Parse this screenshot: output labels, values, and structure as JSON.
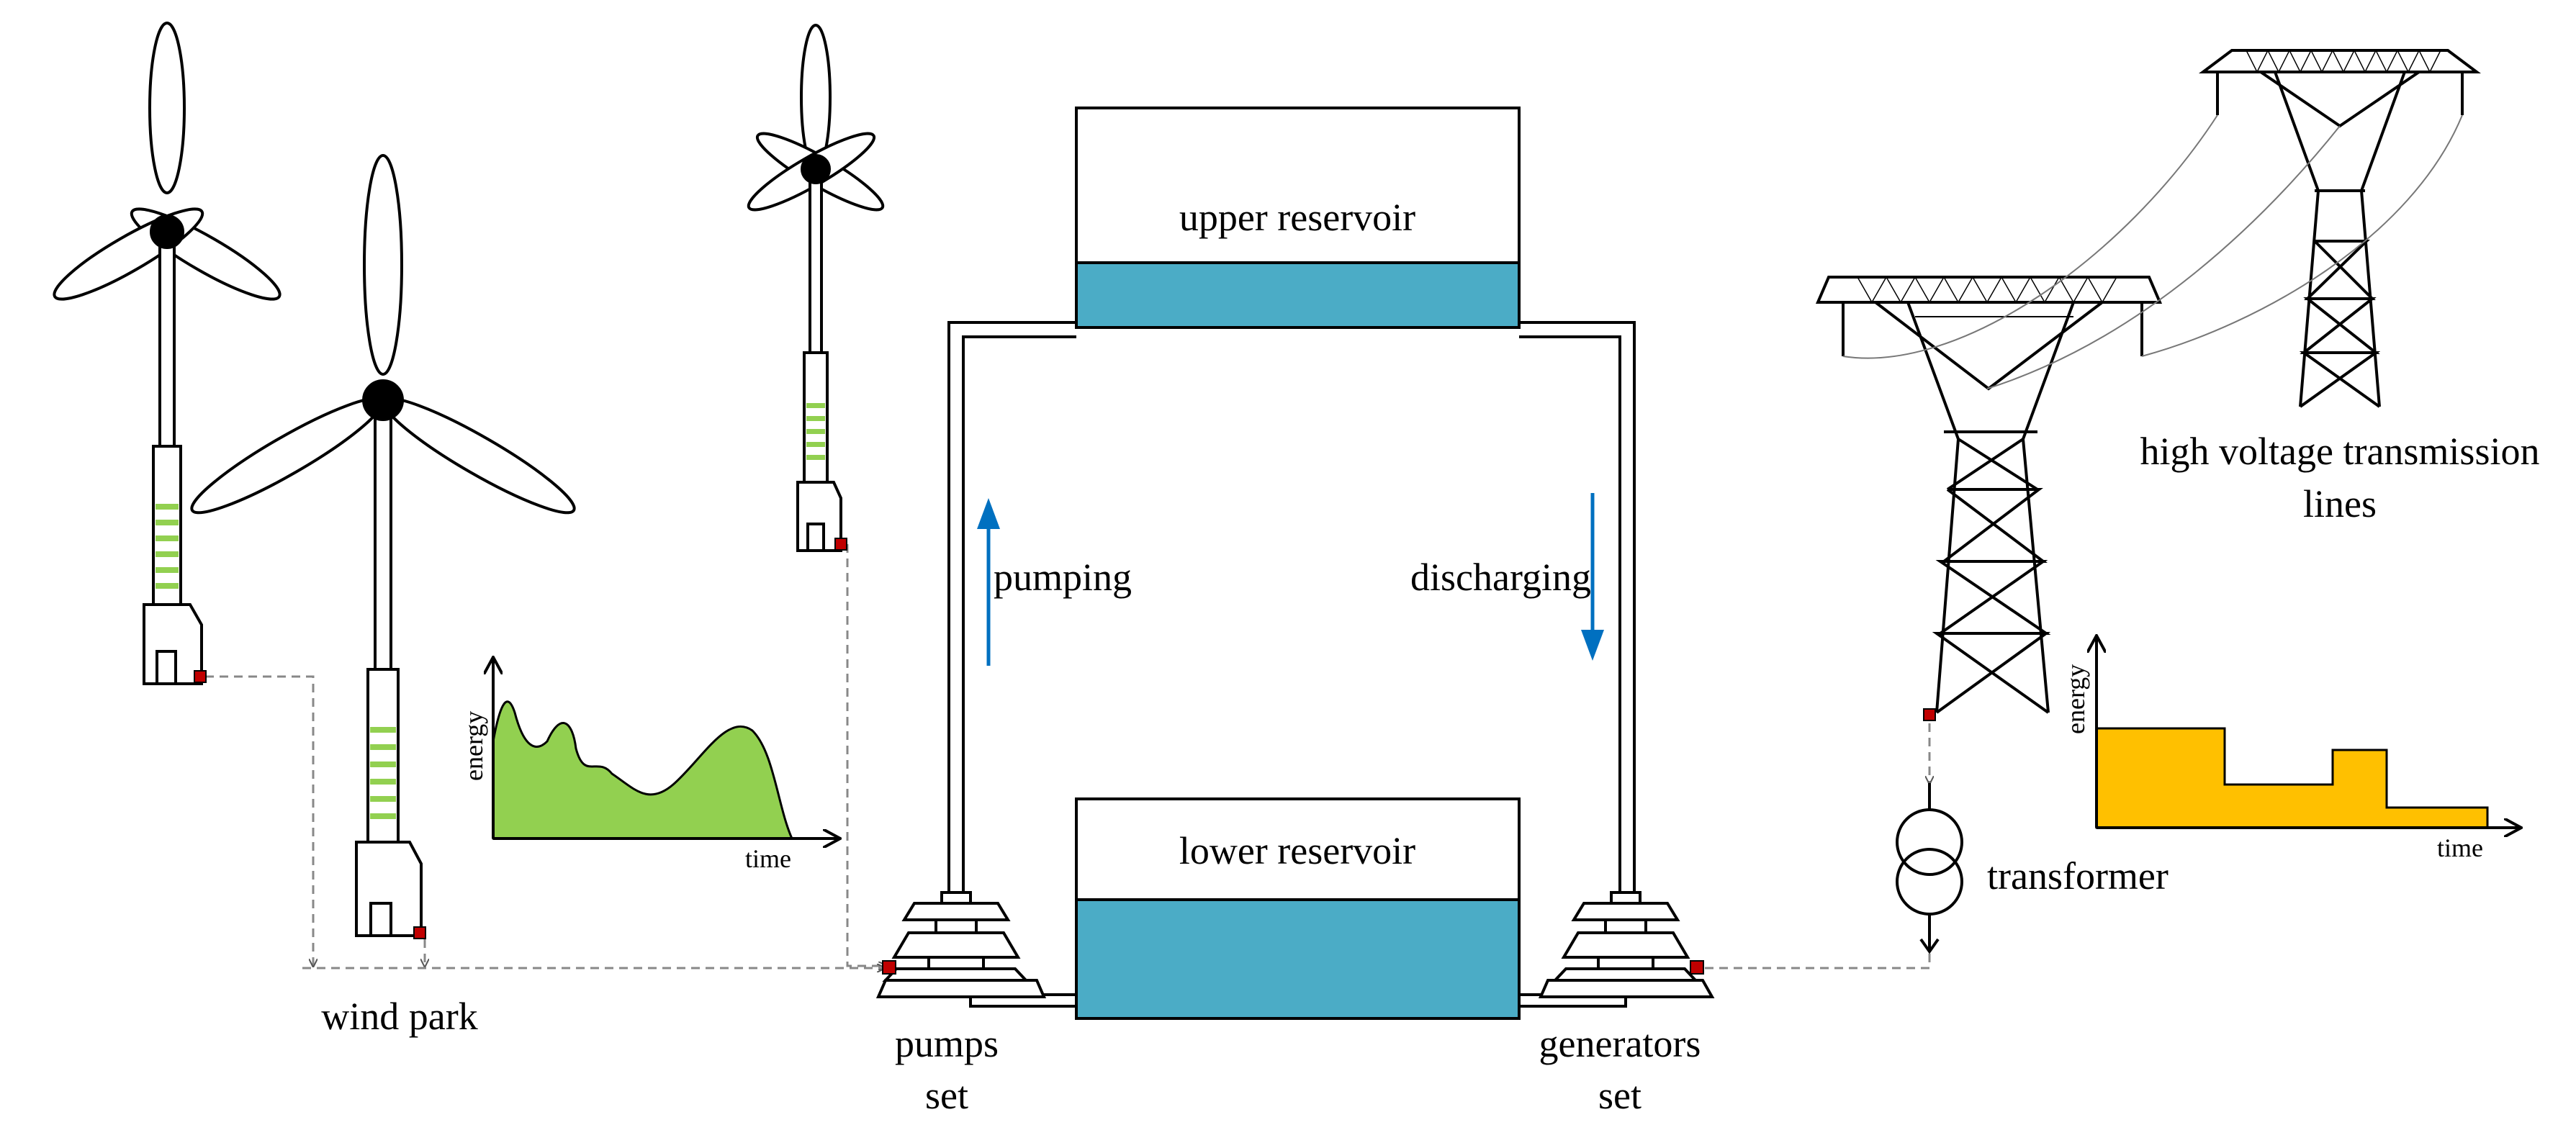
{
  "labels": {
    "upper_reservoir": "upper reservoir",
    "lower_reservoir": "lower reservoir",
    "pumping": "pumping",
    "discharging": "discharging",
    "wind_park": "wind park",
    "pumps_line1": "pumps",
    "pumps_line2": "set",
    "generators_line1": "generators",
    "generators_line2": "set",
    "transformer": "transformer",
    "hv_line1": "high voltage transmission",
    "hv_line2": "lines"
  },
  "input_chart": {
    "ylabel": "energy",
    "xlabel": "time"
  },
  "output_chart": {
    "ylabel": "energy",
    "xlabel": "time"
  },
  "colors": {
    "water": "#4bacc6",
    "arrow": "#0070c0",
    "wind_energy_fill": "#92d050",
    "grid_energy_fill": "#ffc000",
    "connector": "#c00000",
    "tower_stripe": "#92d050"
  }
}
